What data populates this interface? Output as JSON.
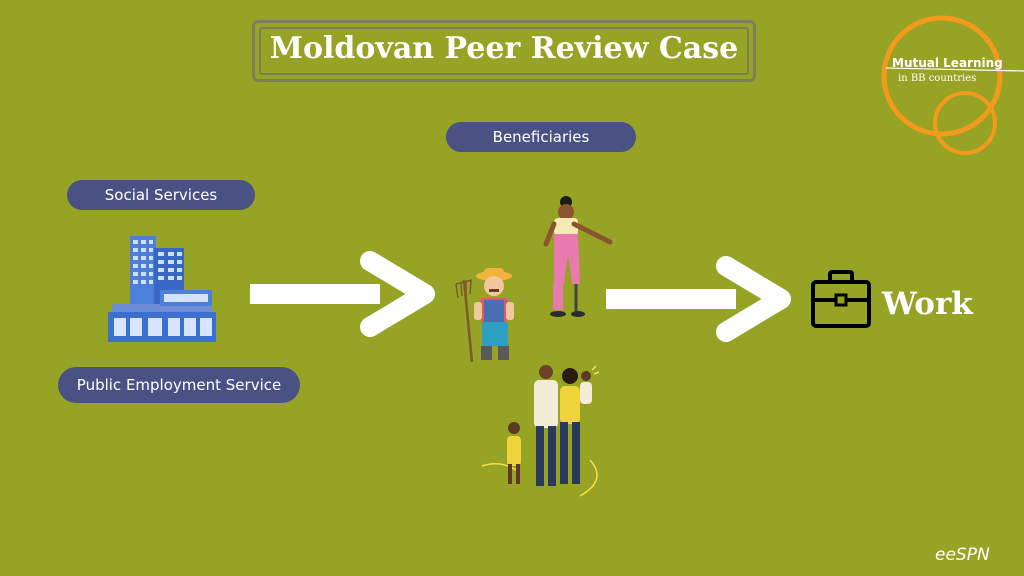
{
  "title": "Moldovan Peer Review Case",
  "logo": {
    "line1": "Mutual Learning",
    "line2": "in BB countries",
    "accent": "#f39a1d"
  },
  "labels": {
    "social_services": "Social Services",
    "public_employment": "Public Employment Service",
    "beneficiaries": "Beneficiaries",
    "work": "Work"
  },
  "footer": {
    "brand": "eeSPN"
  },
  "colors": {
    "background": "#97a324",
    "pill": "#4a5284",
    "arrow": "#ffffff"
  },
  "icons": [
    "office-building-icon",
    "farmer-icon",
    "woman-prosthetic-leg-icon",
    "family-icon",
    "briefcase-icon"
  ]
}
